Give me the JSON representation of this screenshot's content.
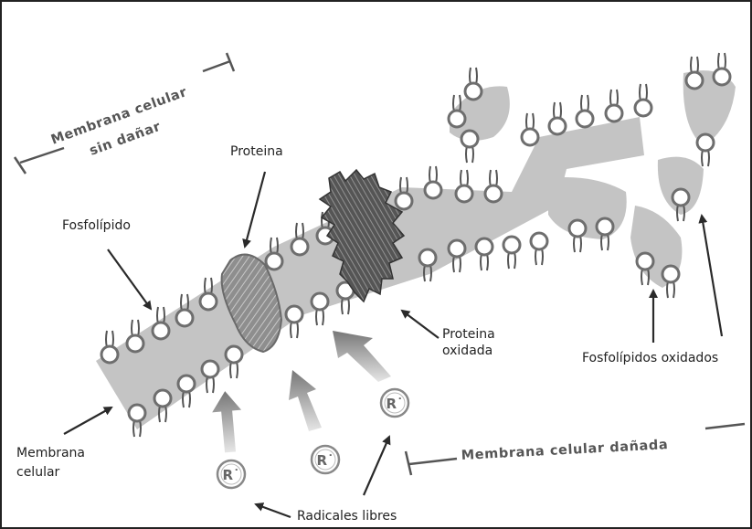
{
  "labels": {
    "membrana_sin_danar_1": "Membrana celular",
    "membrana_sin_danar_2": "sin dañar",
    "proteina": "Proteina",
    "fosfolipido": "Fosfolípido",
    "proteina_oxidada_1": "Proteina",
    "proteina_oxidada_2": "oxidada",
    "fosfolipidos_oxidados": "Fosfolípidos oxidados",
    "membrana_celular_1": "Membrana",
    "membrana_celular_2": "celular",
    "membrana_danada": "Membrana celular dañada",
    "radicales_libres": "Radicales libres",
    "radical_symbol": "R˙"
  },
  "colors": {
    "membrane": "#c4c4c4",
    "head_fill": "#ffffff",
    "head_stroke": "#6e6e6e",
    "protein": "#8a8a8a",
    "oxidized_protein": "#5a5a5a",
    "arrow": "#2a2a2a",
    "radical_arrow": "#7c7c7c",
    "bracket": "#555555"
  },
  "icons": {
    "radical": "circled-R-dot",
    "phospholipid": "lollipop-head-with-tails"
  }
}
